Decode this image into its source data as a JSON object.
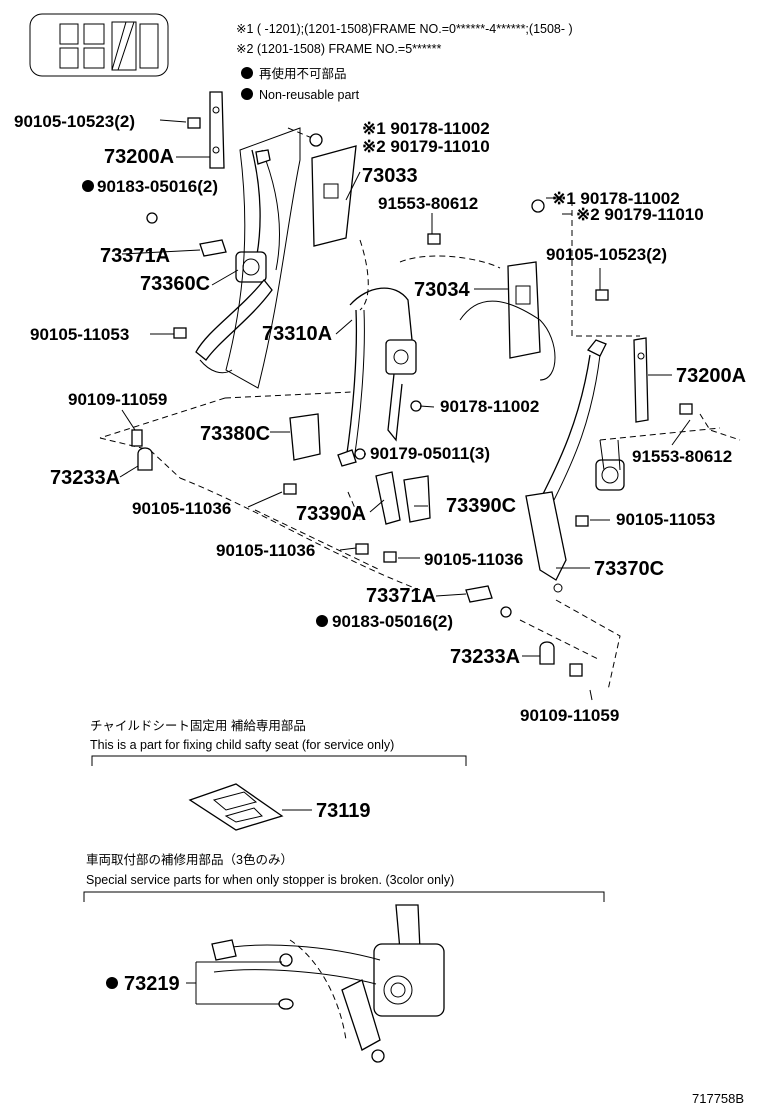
{
  "header": {
    "note1": "※1 (        -1201);(1201-1508)FRAME NO.=0******-4******;(1508-        )",
    "note2": "※2 (1201-1508) FRAME NO.=5******",
    "legend_jp": "再使用不可部品",
    "legend_en": "Non-reusable part"
  },
  "parts": [
    {
      "id": "p1",
      "text": "90105-10523(2)"
    },
    {
      "id": "p2",
      "text": "73200A"
    },
    {
      "id": "p3",
      "text": "90183-05016(2)"
    },
    {
      "id": "p4",
      "text": "73371A"
    },
    {
      "id": "p5",
      "text": "73360C"
    },
    {
      "id": "p6",
      "text": "90105-11053"
    },
    {
      "id": "p7",
      "text": "73310A"
    },
    {
      "id": "p8",
      "text": "90109-11059"
    },
    {
      "id": "p9",
      "text": "73380C"
    },
    {
      "id": "p10",
      "text": "73233A"
    },
    {
      "id": "p11",
      "text": "90105-11036"
    },
    {
      "id": "p12",
      "text": "73390A"
    },
    {
      "id": "p13",
      "text": "90105-11036"
    },
    {
      "id": "p14",
      "text": "73371A"
    },
    {
      "id": "p15",
      "text": "90183-05016(2)"
    },
    {
      "id": "p16",
      "text": "※1 90178-11002"
    },
    {
      "id": "p17",
      "text": "※2 90179-11010"
    },
    {
      "id": "p18",
      "text": "73033"
    },
    {
      "id": "p19",
      "text": "91553-80612"
    },
    {
      "id": "p20",
      "text": "73034"
    },
    {
      "id": "p21",
      "text": "90178-11002"
    },
    {
      "id": "p22",
      "text": "90179-05011(3)"
    },
    {
      "id": "p23",
      "text": "73390C"
    },
    {
      "id": "p24",
      "text": "90105-11036"
    },
    {
      "id": "p25",
      "text": "※1 90178-11002"
    },
    {
      "id": "p26",
      "text": "※2 90179-11010"
    },
    {
      "id": "p27",
      "text": "90105-10523(2)"
    },
    {
      "id": "p28",
      "text": "73200A"
    },
    {
      "id": "p29",
      "text": "91553-80612"
    },
    {
      "id": "p30",
      "text": "90105-11053"
    },
    {
      "id": "p31",
      "text": "73370C"
    },
    {
      "id": "p32",
      "text": "73233A"
    },
    {
      "id": "p33",
      "text": "90109-11059"
    }
  ],
  "child_seat": {
    "jp": "チャイルドシート固定用  補給専用部品",
    "en": "This is a part for fixing child safty seat (for service only)",
    "part": "73119"
  },
  "stopper": {
    "jp": "車両取付部の補修用部品（3色のみ）",
    "en": "Special service parts for when only stopper is broken. (3color only)",
    "part": "73219"
  },
  "footer": {
    "code": "717758B"
  }
}
